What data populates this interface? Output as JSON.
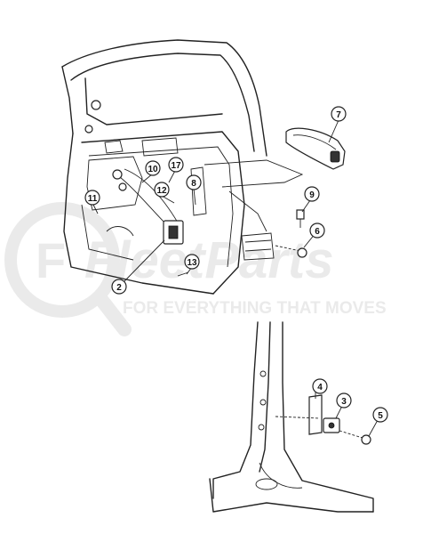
{
  "watermark": {
    "brand_text": "FleetParts",
    "tagline": "FOR EVERYTHING THAT MOVES",
    "color": "#d9d9d9",
    "accent_color": "#f2c7c7"
  },
  "callouts": [
    {
      "id": "c1",
      "label": "7"
    },
    {
      "id": "c2",
      "label": "10"
    },
    {
      "id": "c3",
      "label": "17"
    },
    {
      "id": "c4",
      "label": "12"
    },
    {
      "id": "c5",
      "label": "8"
    },
    {
      "id": "c6",
      "label": "11"
    },
    {
      "id": "c7",
      "label": "9"
    },
    {
      "id": "c8",
      "label": "6"
    },
    {
      "id": "c9",
      "label": "13"
    },
    {
      "id": "c10",
      "label": "2"
    },
    {
      "id": "c11",
      "label": "4"
    },
    {
      "id": "c12",
      "label": "3"
    },
    {
      "id": "c13",
      "label": "5"
    }
  ]
}
